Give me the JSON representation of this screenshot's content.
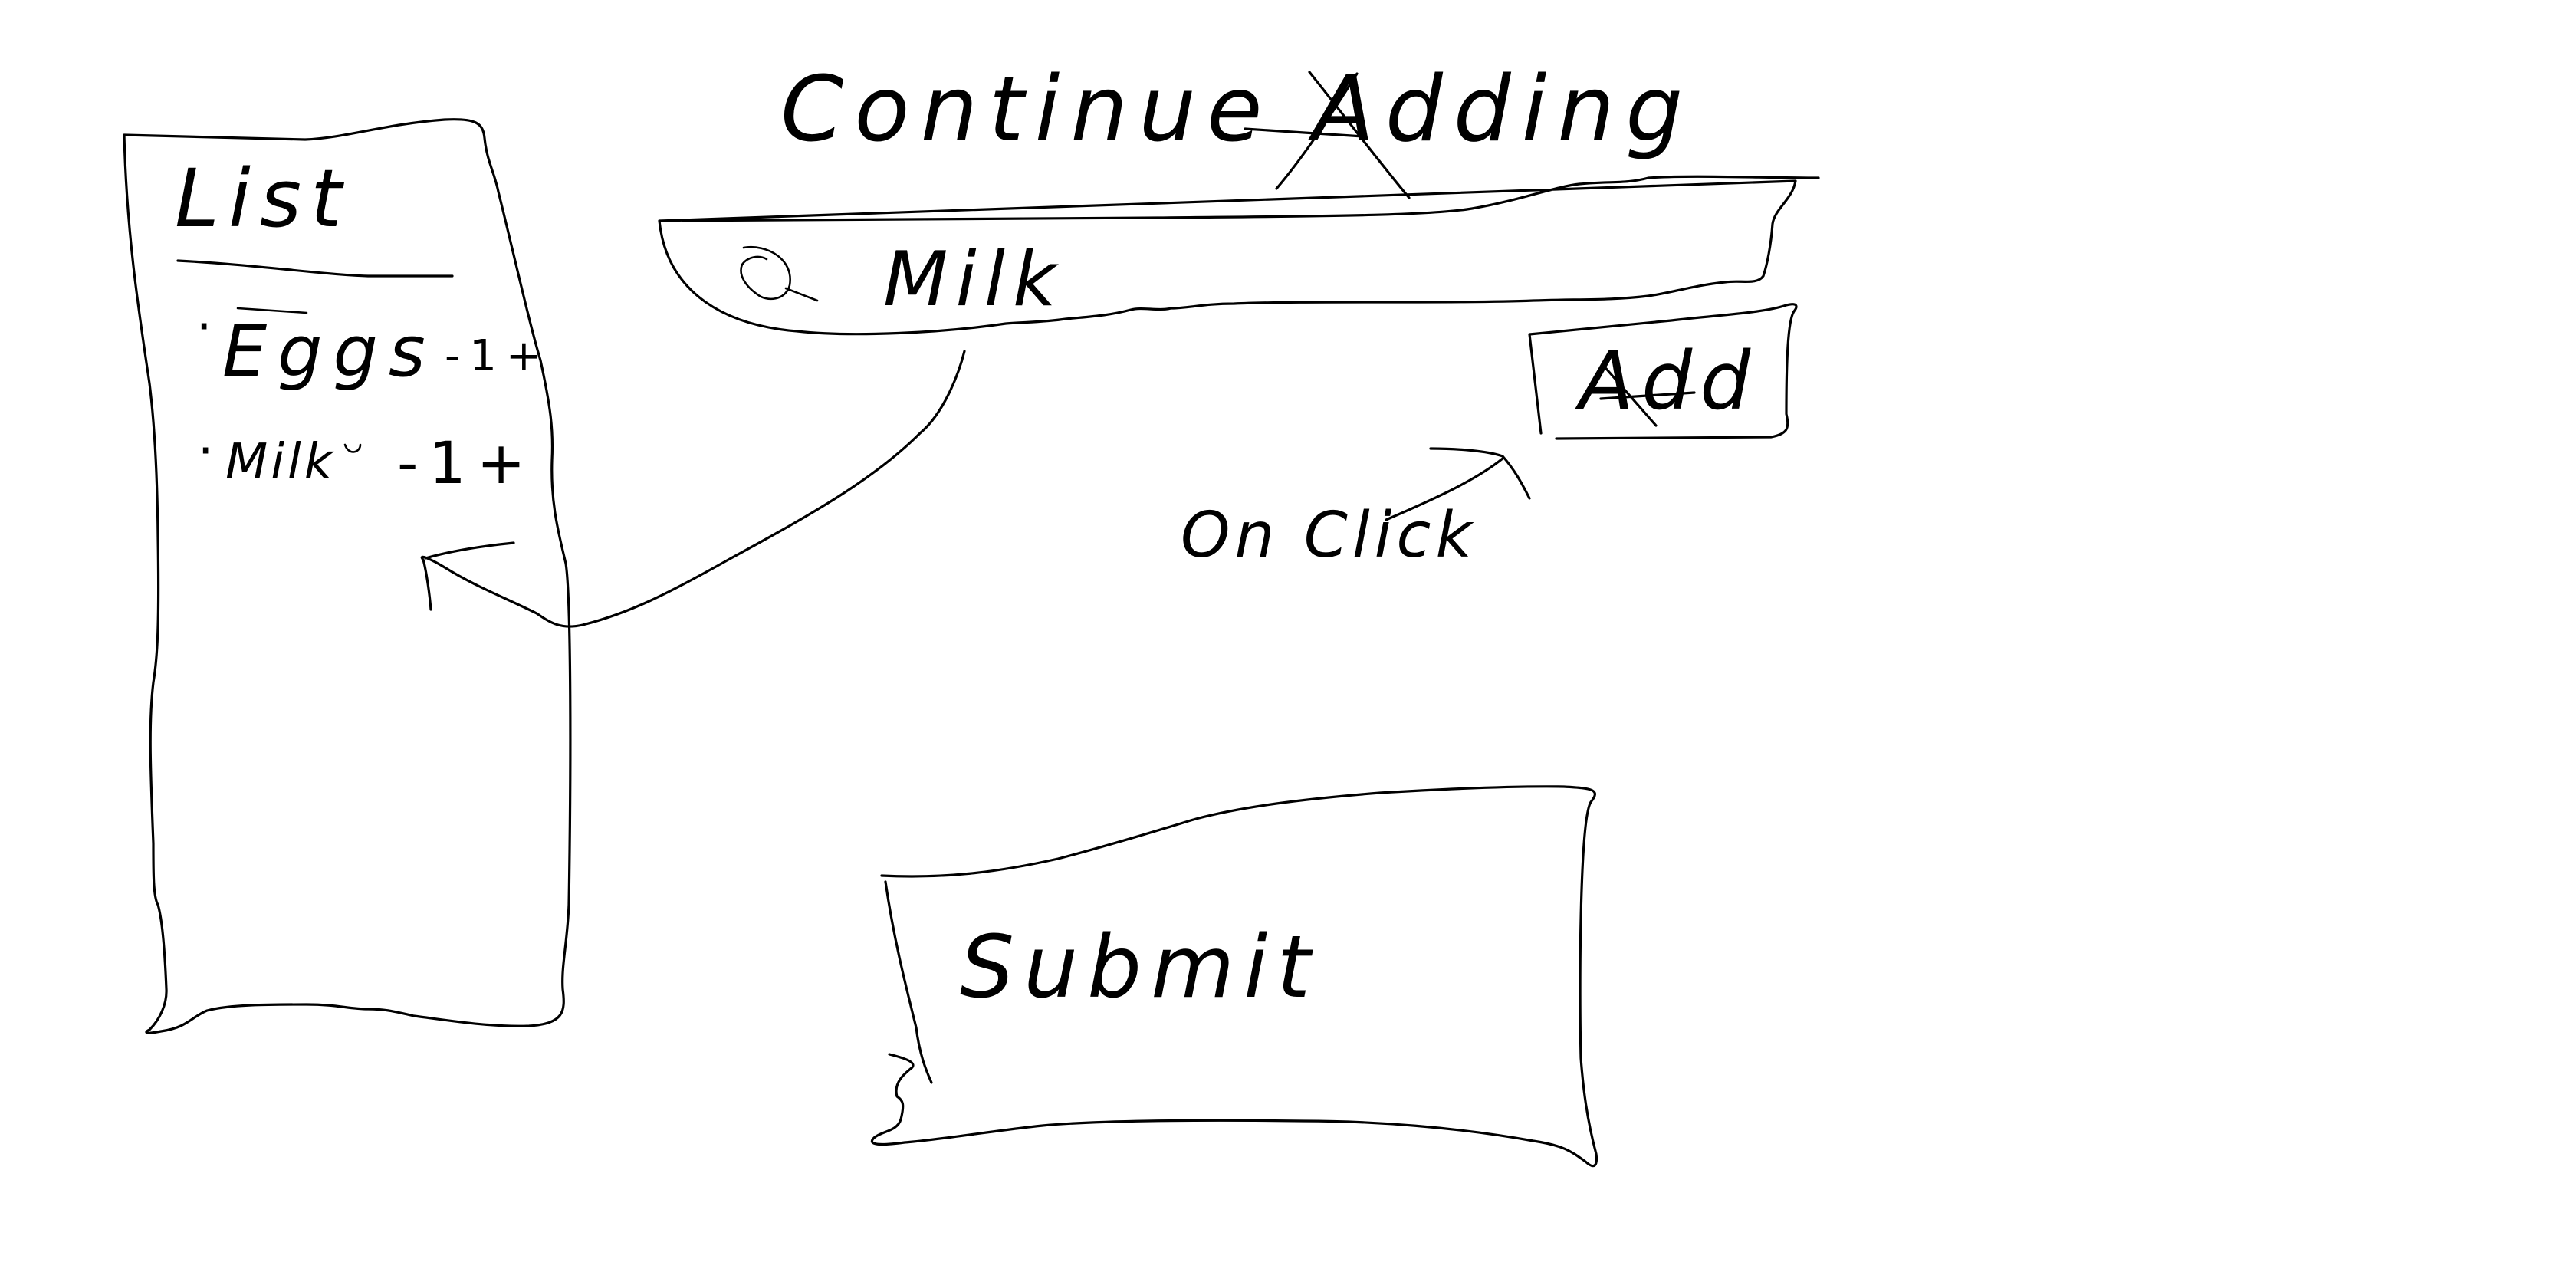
{
  "title": "Continue Adding",
  "list": {
    "heading": "List",
    "items": [
      {
        "bullet": "·",
        "name": "Eggs",
        "controls": "-1+"
      },
      {
        "bullet": "·",
        "name": "Milk",
        "controls": "-1+"
      }
    ]
  },
  "search": {
    "icon": "search-icon",
    "value": "Milk"
  },
  "add_button": {
    "label": "Add"
  },
  "annotation": {
    "label": "On Click"
  },
  "submit_button": {
    "label": "Submit"
  },
  "colors": {
    "ink": "#000000",
    "background": "#ffffff"
  }
}
